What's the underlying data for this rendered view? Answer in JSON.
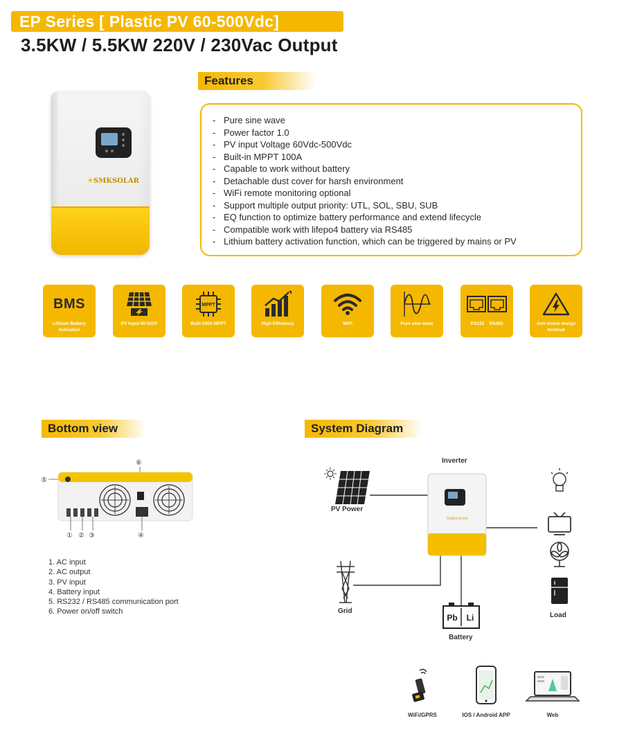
{
  "header": {
    "title": "EP Series  [ Plastic PV 60-500Vdc]",
    "subtitle": "3.5KW / 5.5KW  220V / 230Vac Output"
  },
  "product": {
    "brand": "SMKSOLAR"
  },
  "features": {
    "heading": "Features",
    "items": [
      "Pure sine wave",
      "Power factor 1.0",
      "PV input Voltage 60Vdc-500Vdc",
      "Built-in MPPT 100A",
      "Capable to work without battery",
      "Detachable dust cover for harsh environment",
      "WiFi remote monitoring optional",
      "Support multiple output priority: UTL, SOL, SBU, SUB",
      "EQ function to optimize battery performance and extend lifecycle",
      "Compatible work with lifepo4 battery via RS485",
      "Lithium battery activation function, which can be triggered by mains or PV"
    ]
  },
  "icons": [
    {
      "icon": "bms-icon",
      "glyph": "BMS",
      "caption": "Lithium Battery Activation"
    },
    {
      "icon": "solar-panel-icon",
      "caption": "PV Input 60-500V"
    },
    {
      "icon": "mppt-chip-icon",
      "glyph": "MPPT",
      "caption": "Built-100A MPPT"
    },
    {
      "icon": "efficiency-chart-icon",
      "caption": "High Efficiency"
    },
    {
      "icon": "wifi-icon",
      "caption": "WIFI"
    },
    {
      "icon": "sine-wave-icon",
      "caption": "Pure sine wave"
    },
    {
      "icon": "rs-port-icon",
      "caption": "RS232    RS485"
    },
    {
      "icon": "warning-icon",
      "caption": "Anti-shock design terminal"
    }
  ],
  "bottom_view": {
    "heading": "Bottom view",
    "callouts": [
      "⑤",
      "⑥",
      "①",
      "②",
      "③",
      "④"
    ],
    "items": [
      "1. AC input",
      "2. AC output",
      "3. PV input",
      "4. Battery input",
      "5. RS232 / RS485 communication port",
      "6. Power on/off switch"
    ]
  },
  "system_diagram": {
    "heading": "System Diagram",
    "inverter_label": "Inverter",
    "pv_label": "PV Power",
    "grid_label": "Grid",
    "battery_label": "Battery",
    "battery_pb": "Pb",
    "battery_li": "Li",
    "load_label": "Load"
  },
  "monitoring": [
    {
      "icon": "wifi-dongle-icon",
      "label": "WiFi/GPRS"
    },
    {
      "icon": "smartphone-icon",
      "label": "IOS / Android APP"
    },
    {
      "icon": "laptop-icon",
      "label": "Web"
    }
  ],
  "colors": {
    "accent": "#f5b800",
    "text": "#222222"
  }
}
